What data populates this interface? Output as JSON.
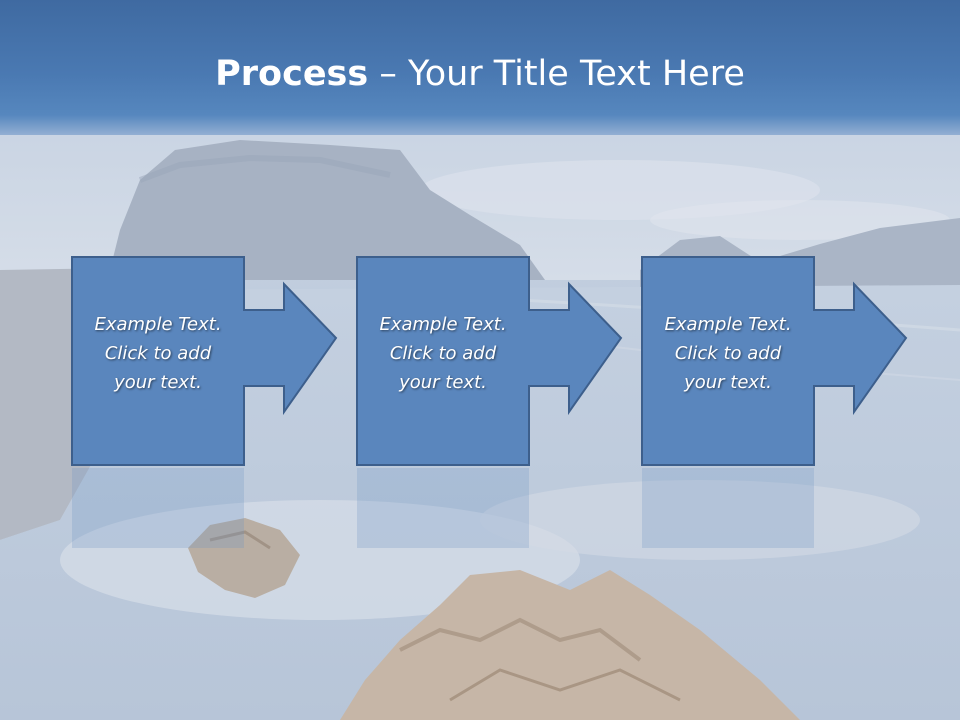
{
  "title": {
    "bold": "Process",
    "rest": " – Your Title Text Here"
  },
  "steps": [
    {
      "lines": [
        "Example Text.",
        "Click  to add",
        "your text."
      ]
    },
    {
      "lines": [
        "Example Text.",
        "Click  to add",
        "your text."
      ]
    },
    {
      "lines": [
        "Example Text.",
        "Click  to add",
        "your text."
      ]
    }
  ],
  "colors": {
    "title_bar": "#4a79b2",
    "shape_fill": "#5a86bd",
    "shape_border": "#3d5f8c",
    "text": "#ffffff"
  }
}
